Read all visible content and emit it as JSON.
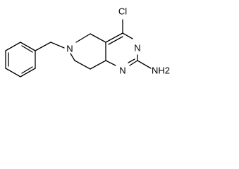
{
  "atom_labels": {
    "n_ring": "N",
    "cl": "Cl",
    "n_pyr_top": "N",
    "n_pyr_bottom": "N",
    "nh2": "NH2"
  },
  "colors": {
    "bond": "#000000",
    "label": "#000000",
    "background": "#ffffff"
  }
}
